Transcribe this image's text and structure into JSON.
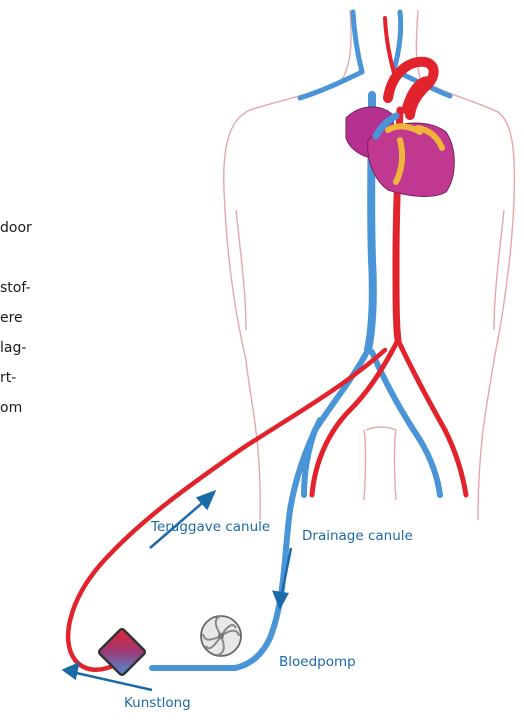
{
  "side_text": {
    "lines": [
      "door",
      "",
      "stof-",
      "ere",
      "lag-",
      "rt-",
      "om"
    ]
  },
  "labels": {
    "return_cannula": "Teruggave canule",
    "drainage_cannula": "Drainage canule",
    "blood_pump": "Bloedpomp",
    "artificial_lung": "Kunstlong"
  },
  "colors": {
    "artery_red": "#e3232b",
    "vein_blue": "#4a94d8",
    "arrow_blue": "#1b6aa8",
    "heart_magenta": "#b5308f",
    "heart_yellow": "#f0b43a",
    "outline_pink": "#e7a6ad",
    "pump_gray": "#9a9a9a"
  }
}
